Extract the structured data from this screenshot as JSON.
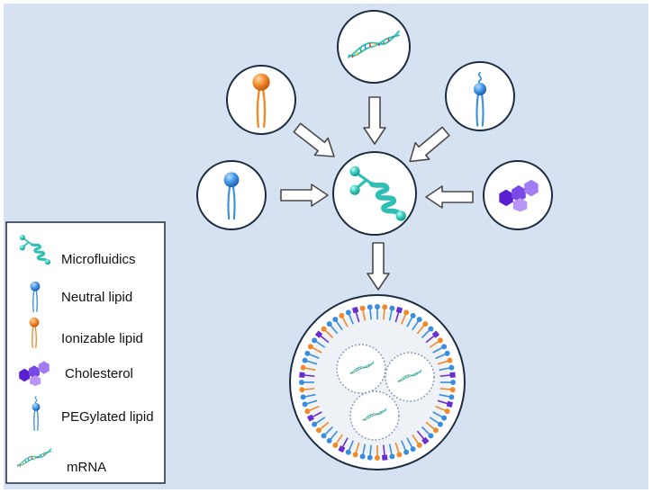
{
  "colors": {
    "background": "#d6e2f1",
    "circle_fill": "#ffffff",
    "circle_stroke": "#1b2c42",
    "arrow_stroke": "#4a4a4a",
    "teal": "#2fbfb4",
    "blue": "#3a8ee0",
    "orange": "#f08a2a",
    "purple": "#6a2fd0"
  },
  "legend": {
    "items": [
      {
        "label": "Microfluidics",
        "icon": "microfluidics-icon"
      },
      {
        "label": "Neutral lipid",
        "icon": "neutral-lipid-icon"
      },
      {
        "label": "Ionizable lipid",
        "icon": "ionizable-lipid-icon"
      },
      {
        "label": "Cholesterol",
        "icon": "cholesterol-icon"
      },
      {
        "label": "PEGylated lipid",
        "icon": "pegylated-lipid-icon"
      },
      {
        "label": "mRNA",
        "icon": "mrna-icon"
      }
    ]
  }
}
